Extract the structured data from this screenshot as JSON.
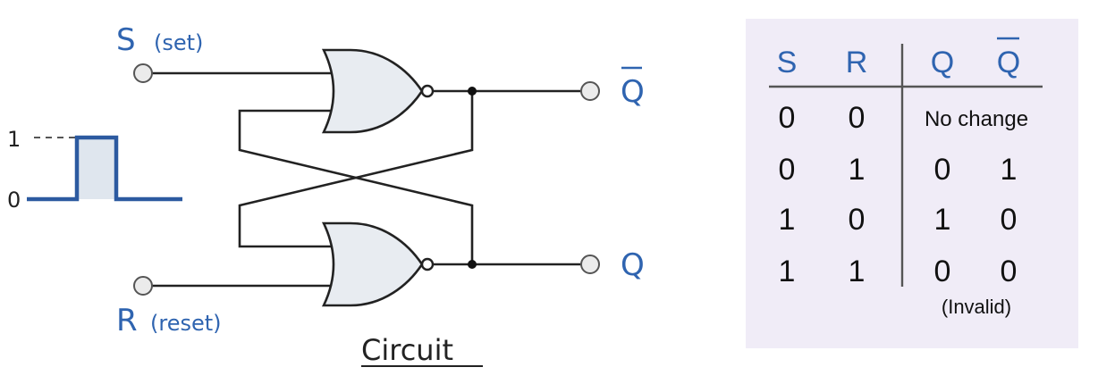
{
  "circuit": {
    "input_s": "S",
    "input_s_note": "(set)",
    "input_r": "R",
    "input_r_note": "(reset)",
    "output_qbar": "Q",
    "output_q": "Q",
    "caption": "Circuit",
    "pulse_high": "1",
    "pulse_low": "0"
  },
  "truth_table": {
    "headers": [
      "S",
      "R",
      "Q",
      "Q"
    ],
    "rows": [
      {
        "s": "0",
        "r": "0",
        "span": "No change"
      },
      {
        "s": "0",
        "r": "1",
        "q": "0",
        "qbar": "1"
      },
      {
        "s": "1",
        "r": "0",
        "q": "1",
        "qbar": "0"
      },
      {
        "s": "1",
        "r": "1",
        "q": "0",
        "qbar": "0",
        "note": "(Invalid)"
      }
    ]
  },
  "colors": {
    "label_blue": "#2f64b0",
    "table_bg": "#f0ecf7",
    "gate_fill": "#e8ecf1",
    "pulse_blue": "#2c5aa0"
  }
}
